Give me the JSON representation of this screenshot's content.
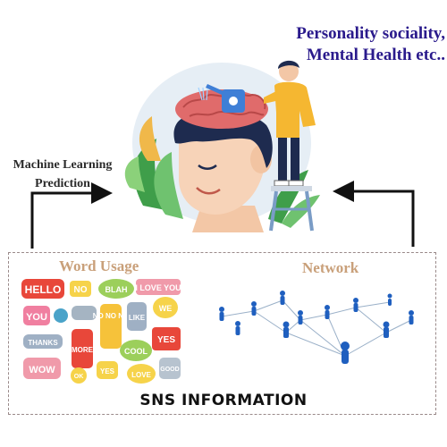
{
  "header": {
    "target_line1": "Personality sociality,",
    "target_line2": "Mental Health etc.."
  },
  "arrow_label": {
    "line1": "Machine Learning",
    "line2": "Prediction"
  },
  "panels": {
    "word_usage_title": "Word Usage",
    "network_title": "Network",
    "sns_label": "SNS INFORMATION"
  },
  "word_bubbles": [
    "HELLO",
    "NO",
    "BLAH",
    "I LOVE YOU",
    "YOU",
    "NO NO NO",
    "LIKE",
    "WE",
    "THANKS",
    "MORE",
    "COOL",
    "YES",
    "WOW",
    "OK",
    "YES",
    "LOVE",
    "GOOD"
  ],
  "colors": {
    "title_right": "#2a1a8c",
    "panel_title": "#c9a07a",
    "arrow": "#111111",
    "network_node": "#1f5fbf"
  }
}
